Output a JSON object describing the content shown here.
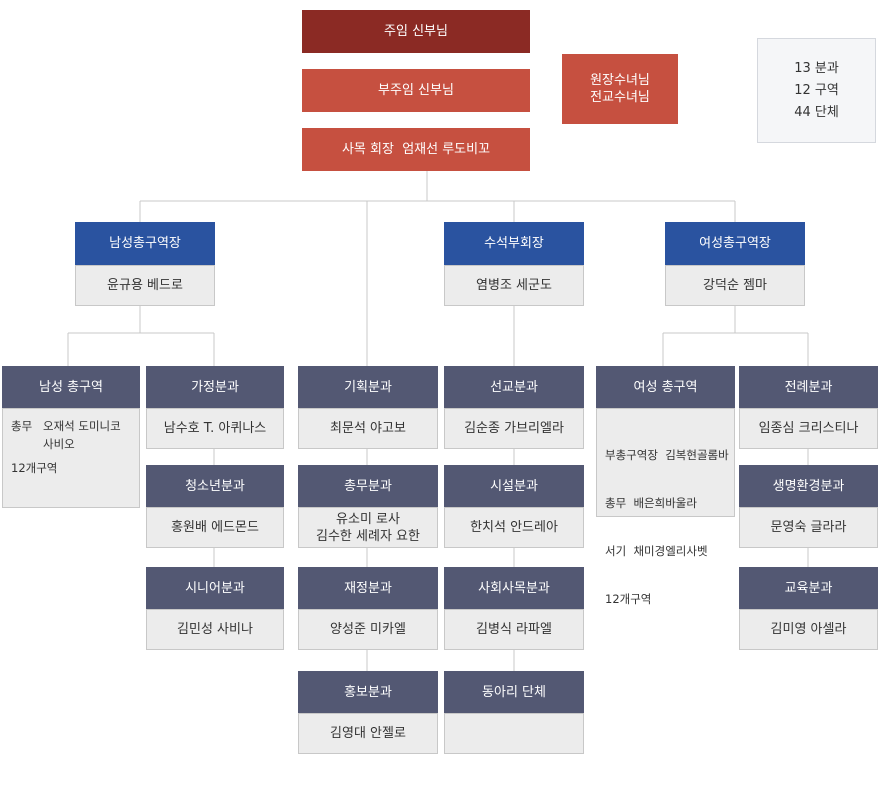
{
  "top": {
    "pastor": "주임 신부님",
    "assistant": "부주임 신부님",
    "chair": "사목 회장  엄재선 루도비꼬",
    "sisters": [
      "원장수녀님",
      "전교수녀님"
    ]
  },
  "stats": [
    "13 분과",
    "12 구역",
    "44 단체"
  ],
  "male_head": {
    "title": "남성총구역장",
    "name": "윤규용 베드로"
  },
  "vice_chair": {
    "title": "수석부회장",
    "name": "염병조 세군도"
  },
  "female_head": {
    "title": "여성총구역장",
    "name": "강덕순 젬마"
  },
  "male_district": {
    "title": "남성 총구역",
    "role_key": "총무",
    "role_value": "오재석 도미니코 사비오",
    "districts": "12개구역"
  },
  "female_district": {
    "title": "여성 총구역",
    "rows": [
      "부총구역장  김복현골롬바",
      "총무  배은희바울라",
      "서기  채미경엘리사벳",
      "12개구역"
    ]
  },
  "divisions": {
    "family": {
      "title": "가정분과",
      "name": "남수호 T. 아퀴나스"
    },
    "youth": {
      "title": "청소년분과",
      "name": "홍원배 에드몬드"
    },
    "senior": {
      "title": "시니어분과",
      "name": "김민성 사비나"
    },
    "planning": {
      "title": "기획분과",
      "name": "최문석 야고보"
    },
    "general": {
      "title": "총무분과",
      "names": [
        "유소미 로사",
        "김수한 세례자 요한"
      ]
    },
    "finance": {
      "title": "재정분과",
      "name": "양성준 미카엘"
    },
    "pr": {
      "title": "홍보분과",
      "name": "김영대 안젤로"
    },
    "mission": {
      "title": "선교분과",
      "name": "김순종 가브리엘라"
    },
    "facility": {
      "title": "시설분과",
      "name": "한치석 안드레아"
    },
    "social": {
      "title": "사회사목분과",
      "name": "김병식 라파엘"
    },
    "clubs": {
      "title": "동아리 단체",
      "name": ""
    },
    "liturgy": {
      "title": "전례분과",
      "name": "임종심 크리스티나"
    },
    "environment": {
      "title": "생명환경분과",
      "name": "문영숙 글라라"
    },
    "education": {
      "title": "교육분과",
      "name": "김미영 아셀라"
    }
  }
}
